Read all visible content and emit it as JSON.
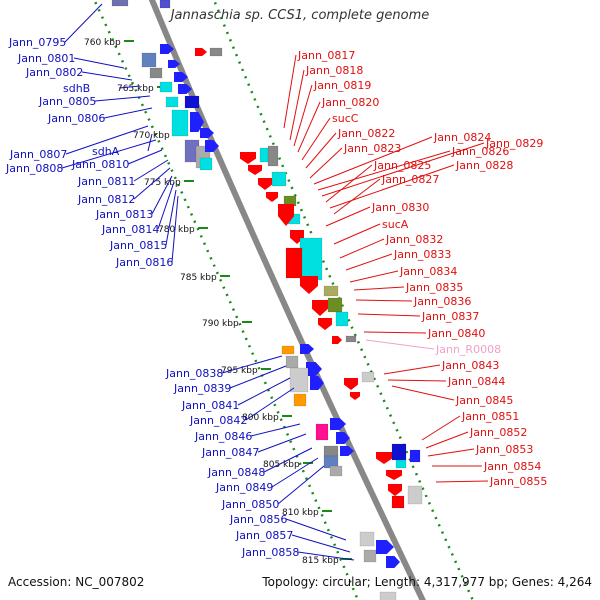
{
  "title": "Jannaschia sp. CCS1, complete genome",
  "accession": "Accession: NC_007802",
  "summary": "Topology: circular; Length: 4,317,977 bp; Genes: 4,264",
  "colors": {
    "left_labels": "#1010c0",
    "right_labels": "#e01010",
    "rna_label": "#f0a0c8",
    "tick": "#1a8a1a",
    "backbone": "#888888"
  },
  "kbp_ticks": [
    "760 kbp",
    "765 kbp",
    "770 kbp",
    "775 kbp",
    "780 kbp",
    "785 kbp",
    "790 kbp",
    "795 kbp",
    "800 kbp",
    "805 kbp",
    "810 kbp",
    "815 kbp"
  ],
  "left_genes": [
    "Jann_0795",
    "Jann_0801",
    "Jann_0802",
    "sdhB",
    "Jann_0805",
    "Jann_0806",
    "Jann_0807",
    "sdhA",
    "Jann_0808",
    "Jann_0810",
    "Jann_0811",
    "Jann_0812",
    "Jann_0813",
    "Jann_0814",
    "Jann_0815",
    "Jann_0816",
    "Jann_0838",
    "Jann_0839",
    "Jann_0841",
    "Jann_0842",
    "Jann_0846",
    "Jann_0847",
    "Jann_0848",
    "Jann_0849",
    "Jann_0850",
    "Jann_0856",
    "Jann_0857",
    "Jann_0858"
  ],
  "right_genes": [
    "Jann_0817",
    "Jann_0818",
    "Jann_0819",
    "Jann_0820",
    "sucC",
    "Jann_0822",
    "Jann_0824",
    "Jann_0823",
    "Jann_0826",
    "Jann_0829",
    "Jann_0825",
    "Jann_0828",
    "Jann_0827",
    "Jann_0830",
    "sucA",
    "Jann_0832",
    "Jann_0833",
    "Jann_0834",
    "Jann_0835",
    "Jann_0836",
    "Jann_0837",
    "Jann_0840",
    "Jann_R0008",
    "Jann_0843",
    "Jann_0844",
    "Jann_0845",
    "Jann_0851",
    "Jann_0852",
    "Jann_0853",
    "Jann_0854",
    "Jann_0855"
  ]
}
